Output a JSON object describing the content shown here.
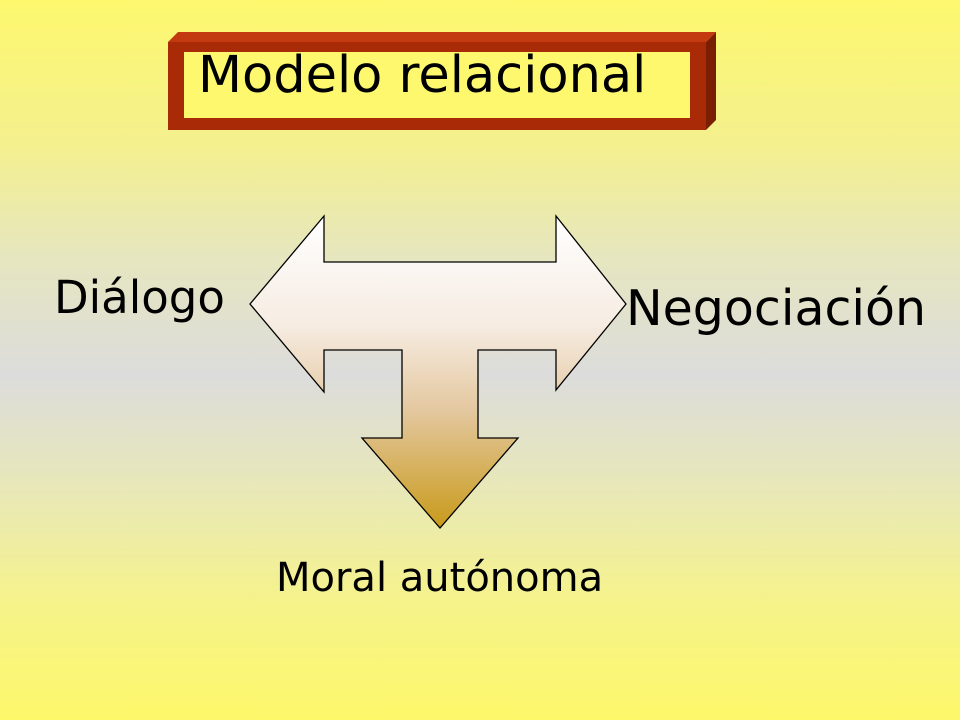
{
  "title": "Modelo relacional",
  "labels": {
    "left": "Diálogo",
    "right": "Negociación",
    "bottom": "Moral autónoma"
  },
  "colors": {
    "frame": "#a82a06",
    "frame_dark": "#6e1a02",
    "arrow_top": "#ffffff",
    "arrow_bottom": "#c89a1a",
    "background_top": "#fdf86e",
    "background_middle": "#dcdcdc"
  }
}
